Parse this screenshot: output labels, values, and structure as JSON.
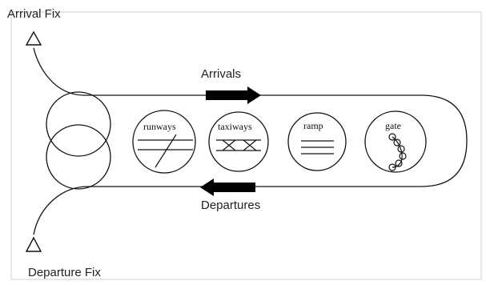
{
  "labels": {
    "arrival_fix": "Arrival Fix",
    "departure_fix": "Departure Fix",
    "arrivals": "Arrivals",
    "departures": "Departures"
  },
  "nodes": {
    "runways": "runways",
    "taxiways": "taxiways",
    "ramp": "ramp",
    "gate": "gate"
  },
  "icons": {
    "fix_marker": "triangle",
    "flow_arrow": "arrow"
  },
  "colors": {
    "line": "#111111",
    "text": "#222222",
    "background": "#ffffff"
  }
}
